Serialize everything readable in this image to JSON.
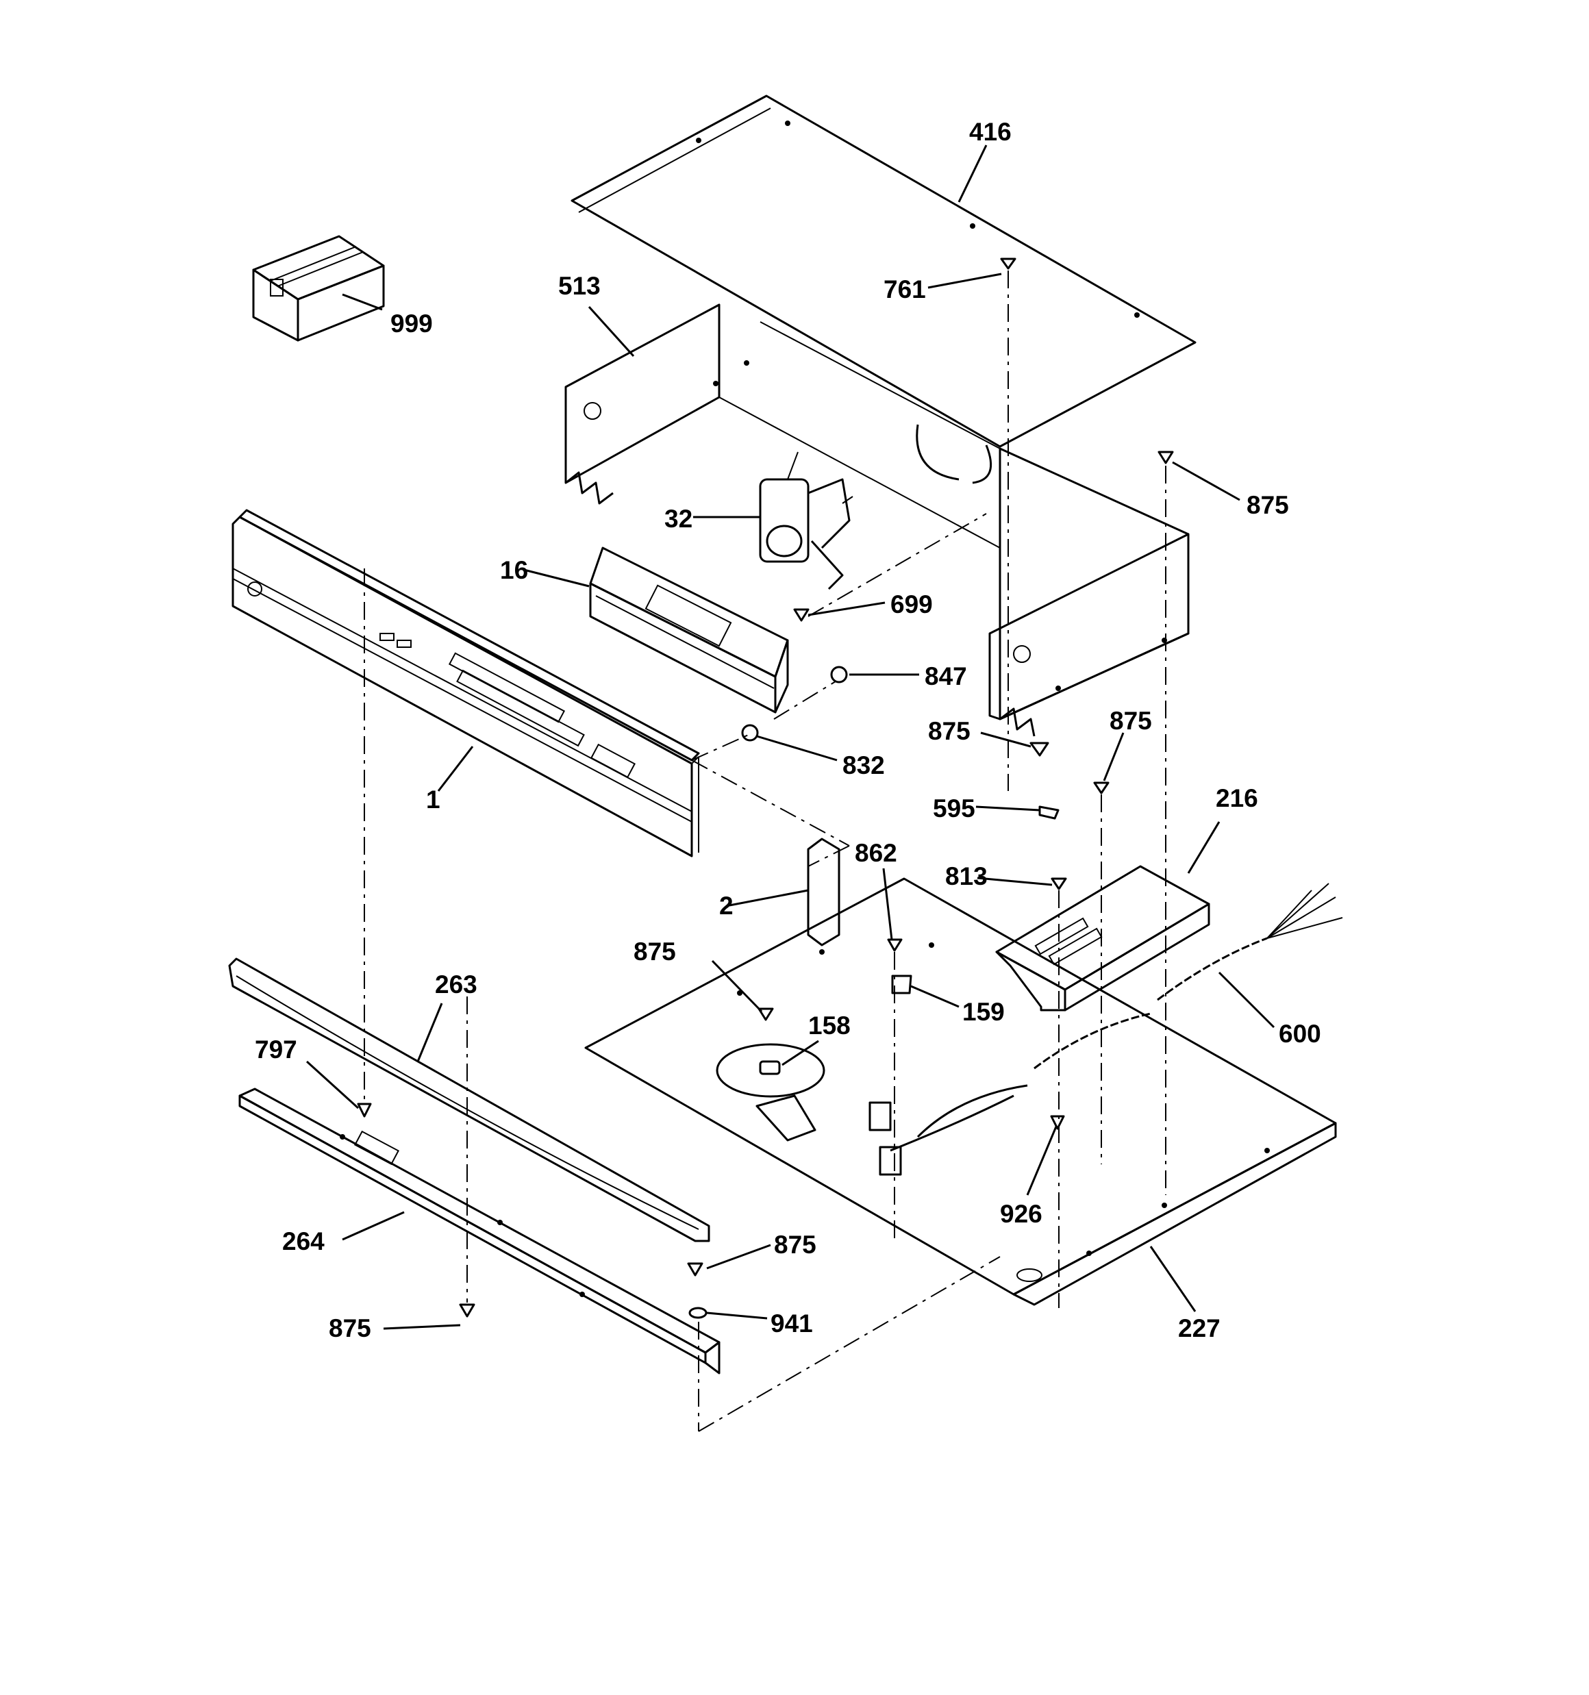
{
  "callouts": {
    "c416": "416",
    "c513": "513",
    "c761": "761",
    "c999": "999",
    "c875_a": "875",
    "c32": "32",
    "c16": "16",
    "c699": "699",
    "c847": "847",
    "c875_b": "875",
    "c875_c": "875",
    "c832": "832",
    "c1": "1",
    "c595": "595",
    "c216": "216",
    "c862": "862",
    "c813": "813",
    "c2": "2",
    "c875_d": "875",
    "c263": "263",
    "c159": "159",
    "c158": "158",
    "c600": "600",
    "c797": "797",
    "c926": "926",
    "c264": "264",
    "c875_e": "875",
    "c941": "941",
    "c875_f": "875",
    "c227": "227"
  }
}
